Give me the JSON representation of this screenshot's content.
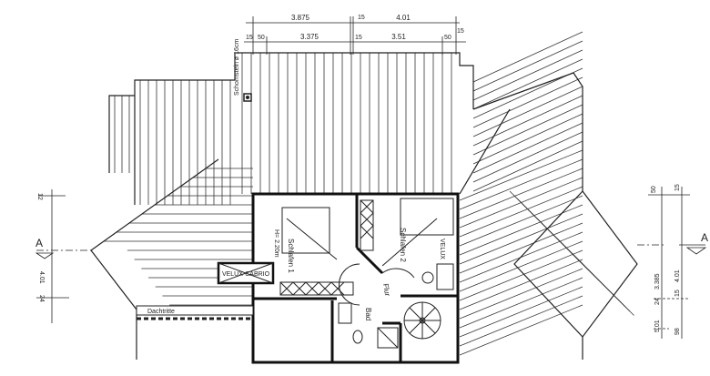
{
  "dimensions": {
    "top_outer": [
      "3.875",
      "15",
      "4.01"
    ],
    "top_inner": [
      "15",
      "50",
      "3.375",
      "15",
      "3.51",
      "50",
      "15"
    ],
    "left": [
      "12",
      "4.01",
      "24"
    ],
    "right": [
      "50",
      "3.385",
      "4.01",
      "15",
      "24",
      "5.01",
      "98",
      "15"
    ]
  },
  "section_marker": "A",
  "labels": {
    "chimney": "Schornstein ⌀ 16cm",
    "bedroom1": "Schlafen 1",
    "bedroom1_height": "H= 2.20m",
    "bedroom2": "Schlafen 2",
    "hall": "Flur",
    "bath": "Bad",
    "velux": "VELUX",
    "velux_cabrio": "VELUX-CABRIO",
    "dormer": "Dachtritte"
  }
}
